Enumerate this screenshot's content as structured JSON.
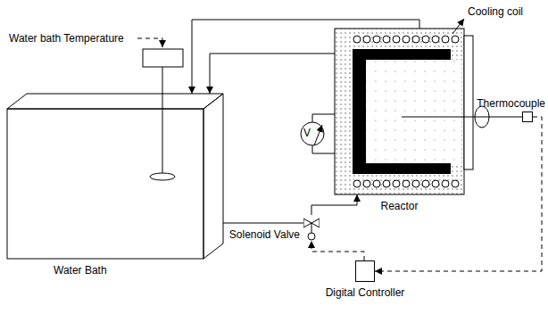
{
  "diagram": {
    "nodes": [
      {
        "text": [
          "Water Bath"
        ]
      },
      {
        "text": [
          "Reactor"
        ]
      },
      {
        "text": [
          "Thermocouple"
        ]
      },
      {
        "text": [
          "Solenoid Valve"
        ]
      },
      {
        "text": [
          "Digital Controller"
        ]
      }
    ],
    "edges": [
      {
        "from": 0,
        "to": 3,
        "arrow": "none"
      },
      {
        "from": 3,
        "to": 1,
        "arrow": "to"
      },
      {
        "from": 1,
        "to": 0,
        "arrow": "to"
      },
      {
        "from": 1,
        "to": 0,
        "arrow": "to"
      },
      {
        "from": 1,
        "to": 2,
        "arrow": "none"
      },
      {
        "from": 2,
        "to": 4,
        "arrow": "to"
      },
      {
        "from": 4,
        "to": 3,
        "arrow": "to"
      }
    ],
    "labels": [
      "Water bath Temperature",
      "Cooling coil",
      "V"
    ]
  }
}
